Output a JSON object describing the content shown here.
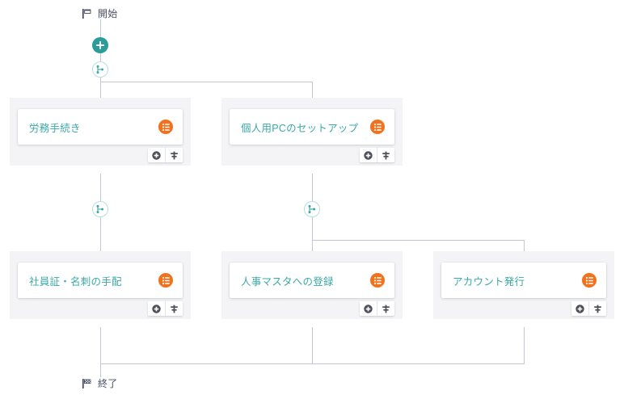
{
  "diagram": {
    "title": "Workflow process editor",
    "colors": {
      "node_background": "#f4f4f6",
      "card_background": "#ffffff",
      "title_text": "#3aa8a6",
      "type_icon": "#f2711c",
      "connector": "#c3c6d4",
      "add_button": "#2a9d9b",
      "branch_border": "#b8dedd",
      "terminal_text": "#4a4f63"
    },
    "start": {
      "label": "開始",
      "icon": "start-flag-icon"
    },
    "end": {
      "label": "終了",
      "icon": "finish-flag-icon"
    },
    "trunk_controls": [
      {
        "name": "add-step-button",
        "icon": "plus-circle-icon"
      },
      {
        "name": "branch-split-button",
        "icon": "branch-split-icon"
      }
    ],
    "nodes": [
      {
        "id": "roumu-tetsuzuki",
        "title": "労務手続き",
        "type_icon": "task-list-icon",
        "actions": [
          {
            "name": "add-task-button",
            "icon": "plus-circle-icon"
          },
          {
            "name": "split-parallel-button",
            "icon": "parallel-split-icon"
          }
        ]
      },
      {
        "id": "kojinyou-pc-setup",
        "title": "個人用PCのセットアップ",
        "type_icon": "task-list-icon",
        "actions": [
          {
            "name": "add-task-button",
            "icon": "plus-circle-icon"
          },
          {
            "name": "split-parallel-button",
            "icon": "parallel-split-icon"
          }
        ]
      },
      {
        "id": "shainshou-meishi",
        "title": "社員証・名刺の手配",
        "type_icon": "task-list-icon",
        "actions": [
          {
            "name": "add-task-button",
            "icon": "plus-circle-icon"
          },
          {
            "name": "split-parallel-button",
            "icon": "parallel-split-icon"
          }
        ]
      },
      {
        "id": "jinji-master-touroku",
        "title": "人事マスタへの登録",
        "type_icon": "task-list-icon",
        "actions": [
          {
            "name": "add-task-button",
            "icon": "plus-circle-icon"
          },
          {
            "name": "split-parallel-button",
            "icon": "parallel-split-icon"
          }
        ]
      },
      {
        "id": "account-hakkou",
        "title": "アカウント発行",
        "type_icon": "task-list-icon",
        "actions": [
          {
            "name": "add-task-button",
            "icon": "plus-circle-icon"
          },
          {
            "name": "split-parallel-button",
            "icon": "parallel-split-icon"
          }
        ]
      }
    ],
    "branch_markers": [
      {
        "name": "branch-marker-top",
        "icon": "branch-split-icon"
      },
      {
        "name": "branch-marker-left",
        "icon": "branch-split-icon"
      },
      {
        "name": "branch-marker-middle",
        "icon": "branch-split-icon"
      }
    ]
  }
}
